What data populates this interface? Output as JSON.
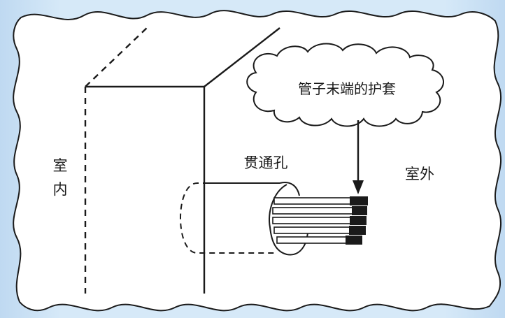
{
  "labels": {
    "indoor_1": "室",
    "indoor_2": "内",
    "hole": "贯通孔",
    "outdoor": "室外",
    "callout": "管子末端的护套"
  },
  "colors": {
    "background": "#d6e9f8",
    "paper": "#ffffff",
    "ink": "#1a1a1a"
  }
}
